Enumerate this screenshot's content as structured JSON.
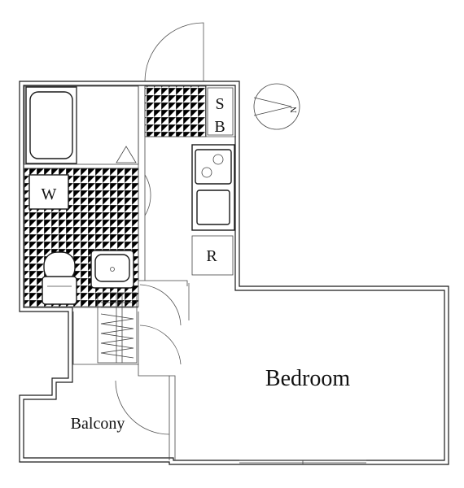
{
  "plan": {
    "rooms": {
      "bedroom": "Bedroom",
      "balcony": "Balcony"
    },
    "fixtures": {
      "washer": "W",
      "shoe_box_top": "S",
      "shoe_box_bottom": "B",
      "refrigerator": "R"
    },
    "compass": {
      "north_letter": "N"
    }
  }
}
